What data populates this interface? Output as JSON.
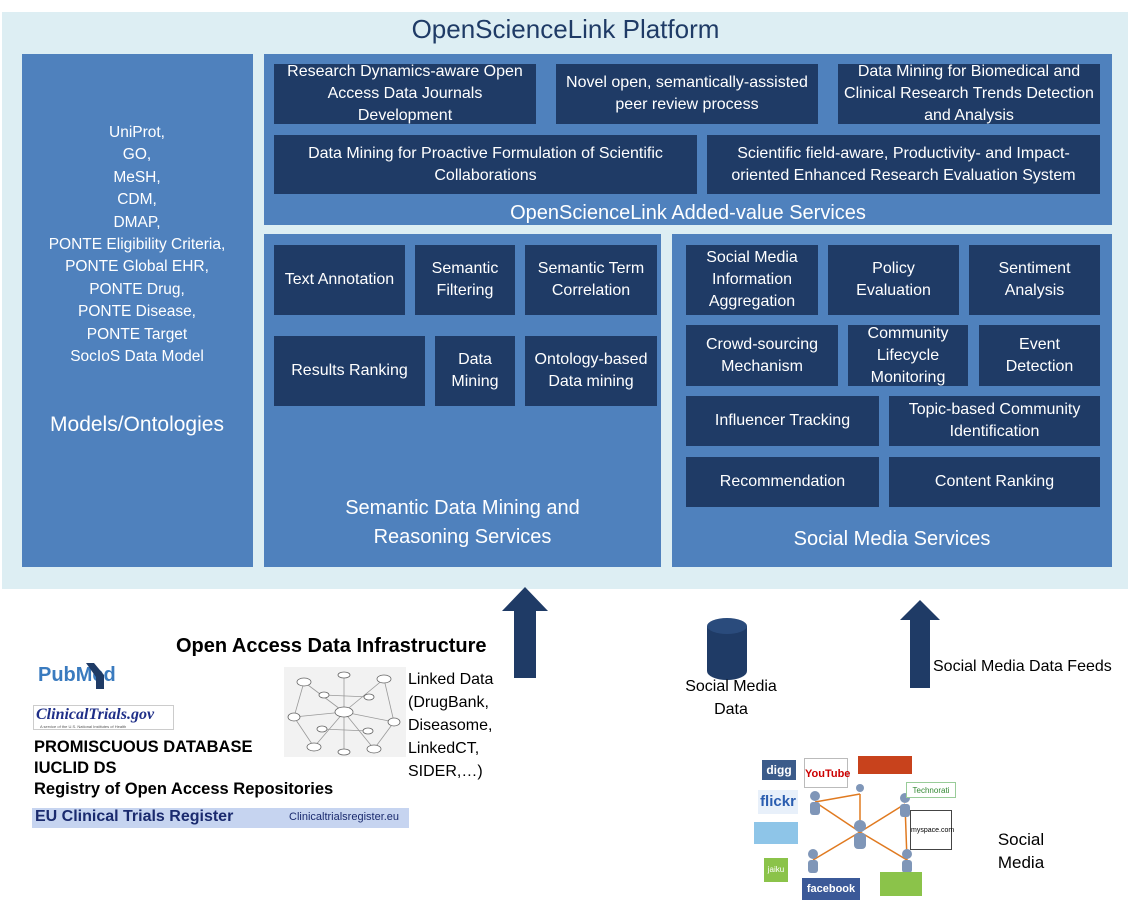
{
  "platform_title": "OpenScienceLink Platform",
  "models": {
    "items": [
      "UniProt,",
      "GO,",
      "MeSH,",
      "CDM,",
      "DMAP,",
      "PONTE Eligibility Criteria,",
      "PONTE Global EHR,",
      "PONTE Drug,",
      "PONTE Disease,",
      "PONTE Target",
      "SocIoS Data Model"
    ],
    "title": "Models/Ontologies"
  },
  "added_value": {
    "services": [
      "Research Dynamics-aware Open Access Data Journals Development",
      "Novel open, semantically-assisted peer review process",
      "Data Mining for Biomedical and Clinical Research Trends Detection and Analysis",
      "Data Mining for Proactive Formulation of Scientific Collaborations",
      "Scientific field-aware, Productivity- and Impact-oriented Enhanced Research Evaluation System"
    ],
    "title": "OpenScienceLink Added-value Services"
  },
  "semantic": {
    "services": [
      "Text Annotation",
      "Semantic Filtering",
      "Semantic Term Correlation",
      "Results Ranking",
      "Data Mining",
      "Ontology-based Data mining"
    ],
    "title": "Semantic Data Mining and Reasoning Services"
  },
  "social": {
    "services": [
      "Social Media Information Aggregation",
      "Policy Evaluation",
      "Sentiment Analysis",
      "Crowd-sourcing Mechanism",
      "Community Lifecycle Monitoring",
      "Event Detection",
      "Influencer Tracking",
      "Topic-based Community Identification",
      "Recommendation",
      "Content Ranking"
    ],
    "title": "Social Media Services"
  },
  "infrastructure": {
    "title": "Open Access Data Infrastructure",
    "pubmed": "PubMed",
    "clinicaltrials": "ClinicalTrials.gov",
    "clinicaltrials_tagline": "A service of the U.S. National Institutes of Health",
    "databases": [
      "PROMISCUOUS DATABASE",
      "IUCLID DS",
      "Registry of Open Access Repositories"
    ],
    "eu_register": "EU Clinical Trials Register",
    "eu_register_url": "Clinicaltrialsregister.eu",
    "linked_data": [
      "Linked Data",
      "(DrugBank,",
      "Diseasome,",
      "LinkedCT,",
      "SIDER,…)"
    ]
  },
  "social_media_data": "Social Media Data",
  "social_media_feeds": "Social Media Data Feeds",
  "social_media": "Social Media",
  "social_logos": [
    "digg",
    "YouTube",
    "Technorati",
    "flickr",
    "myspace.com",
    "facebook",
    "jaiku"
  ],
  "colors": {
    "light_blue": "#4f81bd",
    "dark_blue": "#1f3b66",
    "background": "#ddeef3"
  }
}
